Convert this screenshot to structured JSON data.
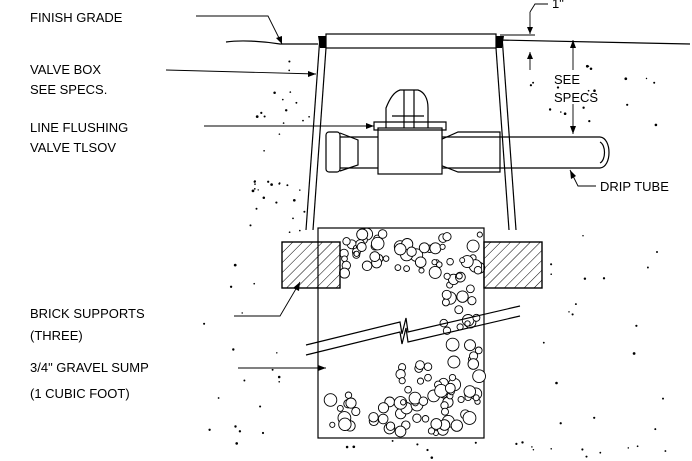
{
  "labels": {
    "finish_grade": "FINISH GRADE",
    "valve_box_1": "VALVE BOX",
    "valve_box_2": "SEE SPECS.",
    "line_flushing_1": "LINE FLUSHING",
    "line_flushing_2": "VALVE TLSOV",
    "brick_1": "BRICK SUPPORTS",
    "brick_2": "(THREE)",
    "gravel_1": "3/4\" GRAVEL SUMP",
    "gravel_2": "(1 CUBIC FOOT)",
    "see_specs_1": "SEE",
    "see_specs_2": "SPECS",
    "drip_tube": "DRIP TUBE",
    "dim_top": "1\""
  }
}
